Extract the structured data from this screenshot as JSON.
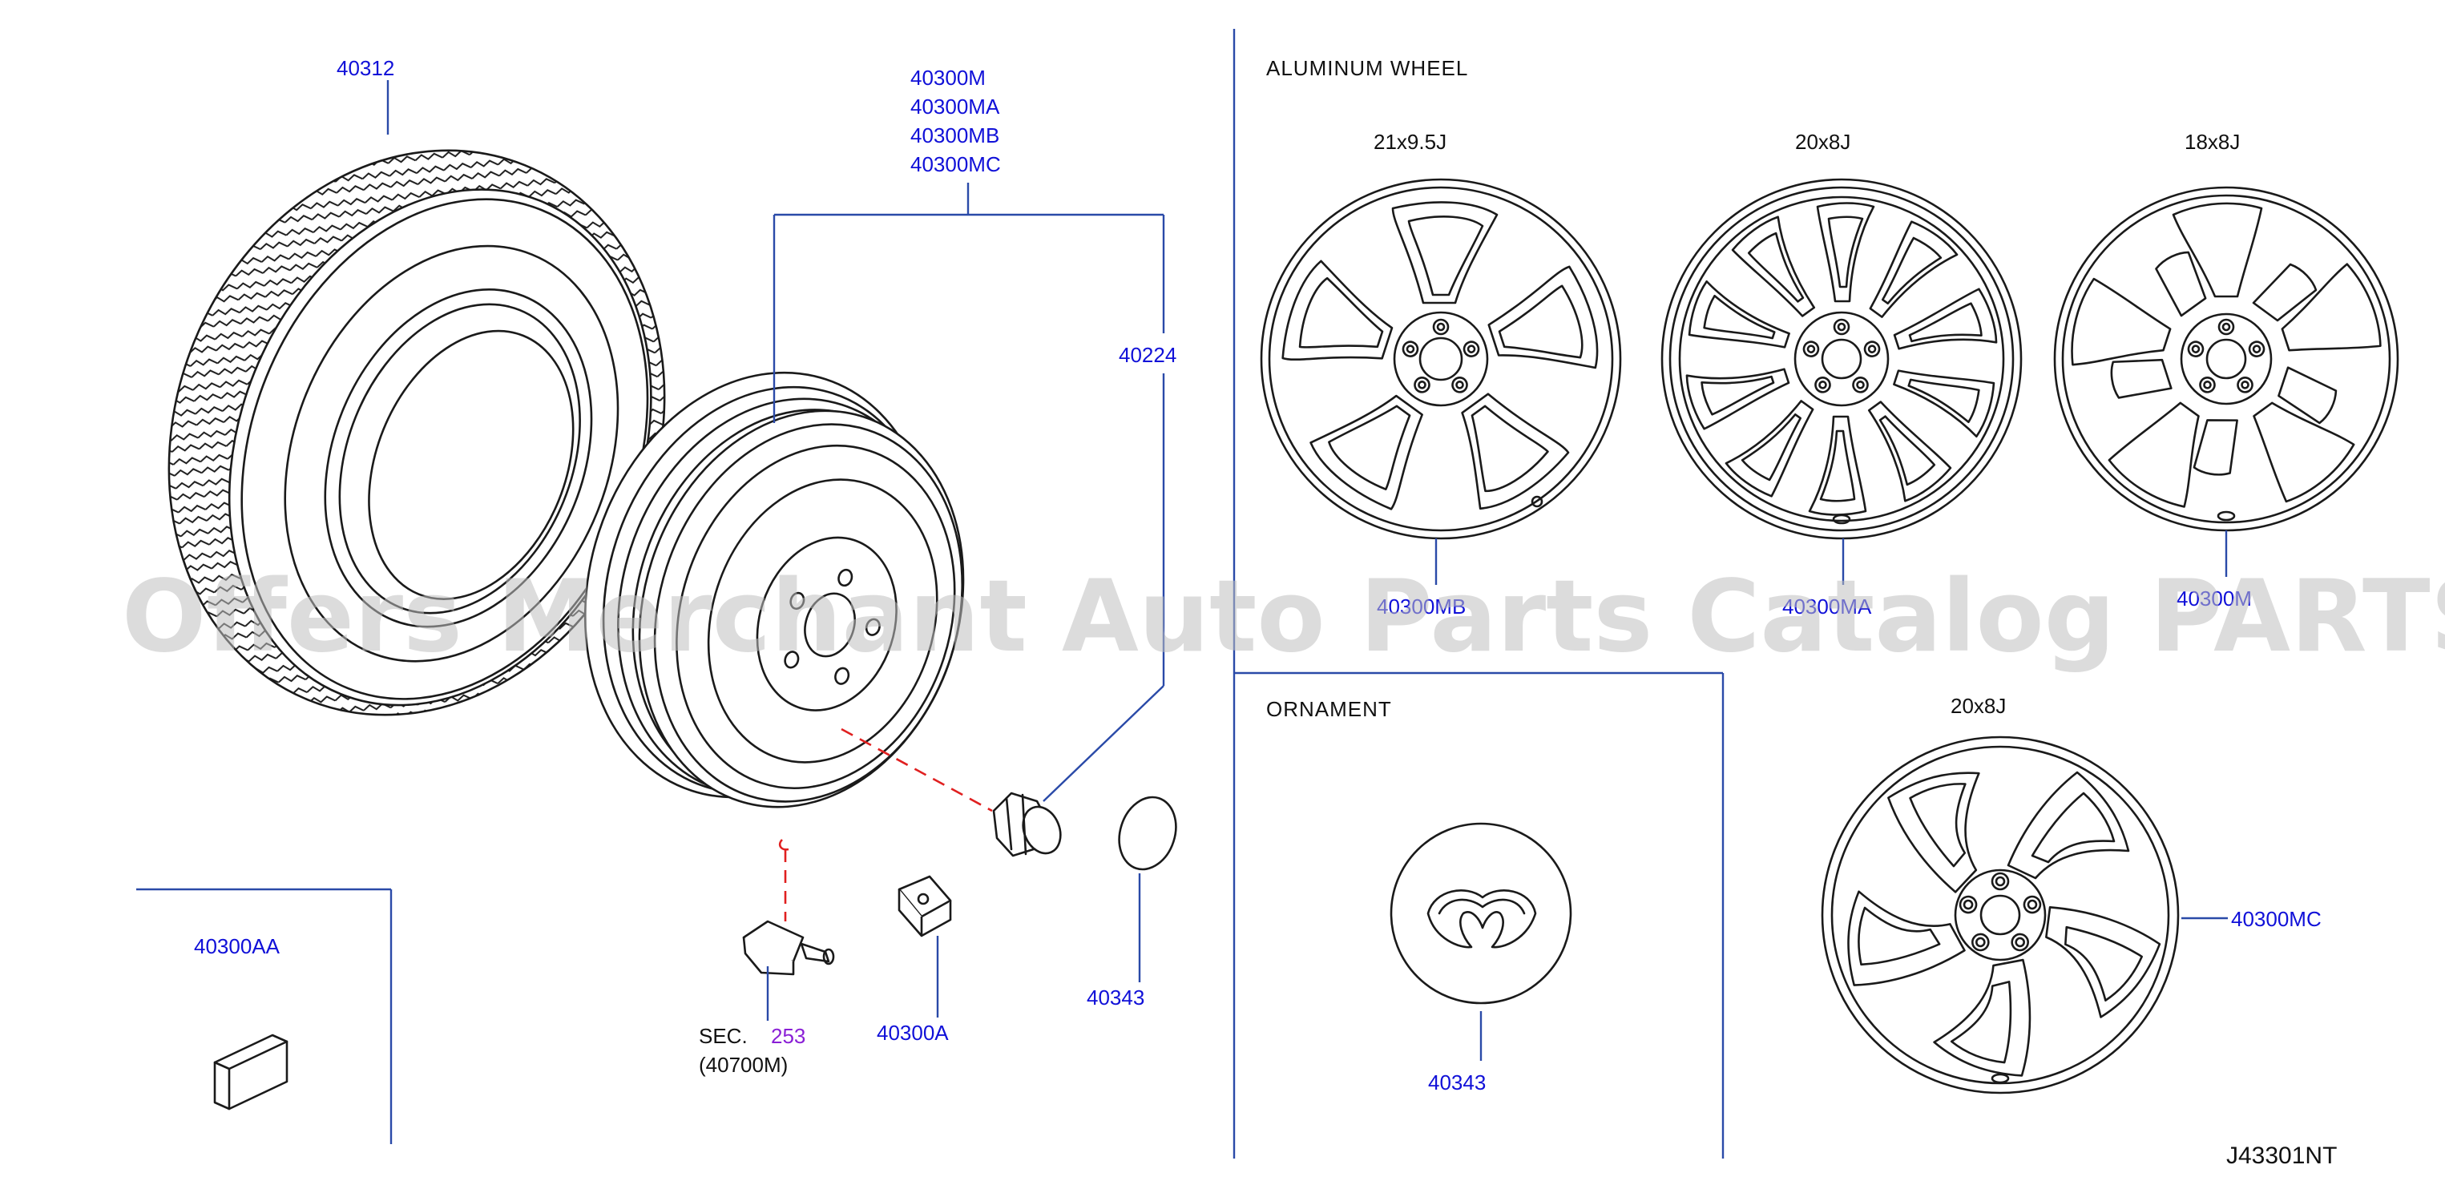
{
  "parts": {
    "tire": "40312",
    "wheel_codes": [
      "40300M",
      "40300MA",
      "40300MB",
      "40300MC"
    ],
    "lug_nut": "40224",
    "emblem_left": "40343",
    "valve_grommet": "40300A",
    "balance_weight": "40300AA",
    "sec_prefix": "SEC.",
    "sec_number": "253",
    "sec_sub": "(40700M)"
  },
  "aluminum_wheel": {
    "heading": "ALUMINUM   WHEEL",
    "size_a": "21x9.5J",
    "size_b": "20x8J",
    "size_c": "18x8J",
    "code_a": "40300MB",
    "code_b": "40300MA",
    "code_c": "40300M"
  },
  "ornament": {
    "heading": "ORNAMENT",
    "code": "40343"
  },
  "lower_wheel": {
    "size": "20x8J",
    "code": "40300MC"
  },
  "drawing_id": "J43301NT",
  "watermark": "Offers Merchant Auto Parts Catalog PARTSTORE.SA",
  "colors": {
    "label_blue": "#1010d8",
    "section_purple": "#8a1fd6",
    "leader_blue": "#2a4aa8",
    "hidden_line_red": "#e02020",
    "watermark_gray": "#bfbfbf"
  }
}
